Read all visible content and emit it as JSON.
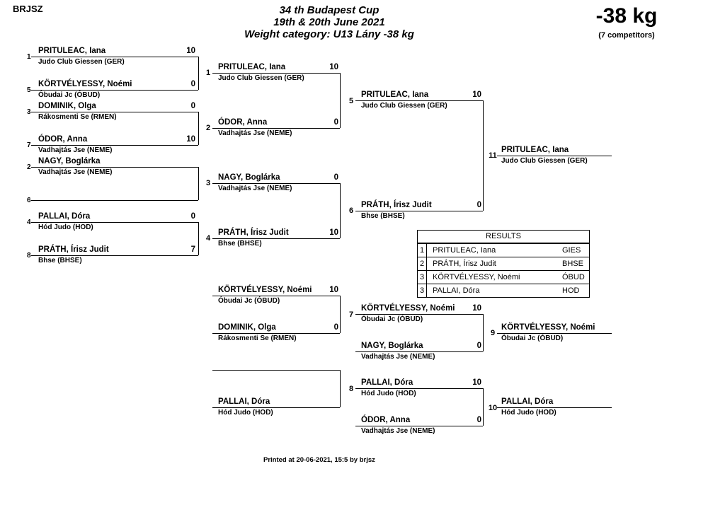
{
  "header": {
    "org": "BRJSZ",
    "title1": "34 th Budapest Cup",
    "title2": "19th & 20th June 2021",
    "title3": "Weight category: U13 Lány -38 kg",
    "category": "-38 kg",
    "competitors": "(7 competitors)"
  },
  "seeds": [
    "1",
    "5",
    "3",
    "7",
    "2",
    "6",
    "4",
    "8"
  ],
  "r1": [
    {
      "name": "PRITULEAC, Iana",
      "club": "Judo Club Giessen (GER)",
      "score": "10"
    },
    {
      "name": "KÖRTVÉLYESSY, Noémi",
      "club": "Óbudai Jc (ÓBUD)",
      "score": "0"
    },
    {
      "name": "DOMINIK, Olga",
      "club": "Rákosmenti Se (RMEN)",
      "score": "0"
    },
    {
      "name": "ÓDOR, Anna",
      "club": "Vadhajtás Jse (NEME)",
      "score": "10"
    },
    {
      "name": "NAGY, Boglárka",
      "club": "Vadhajtás Jse (NEME)",
      "score": ""
    },
    {
      "name": "",
      "club": "",
      "score": ""
    },
    {
      "name": "PALLAI, Dóra",
      "club": "Hód Judo (HOD)",
      "score": "0"
    },
    {
      "name": "PRÁTH, Írisz Judit",
      "club": "Bhse (BHSE)",
      "score": "7"
    }
  ],
  "r2": [
    {
      "name": "PRITULEAC, Iana",
      "club": "Judo Club Giessen (GER)",
      "score": "10"
    },
    {
      "name": "ÓDOR, Anna",
      "club": "Vadhajtás Jse (NEME)",
      "score": "0"
    },
    {
      "name": "NAGY, Boglárka",
      "club": "Vadhajtás Jse (NEME)",
      "score": "0"
    },
    {
      "name": "PRÁTH, Írisz Judit",
      "club": "Bhse (BHSE)",
      "score": "10"
    }
  ],
  "r3": [
    {
      "name": "PRITULEAC, Iana",
      "club": "Judo Club Giessen (GER)",
      "score": "10"
    },
    {
      "name": "PRÁTH, Írisz Judit",
      "club": "Bhse (BHSE)",
      "score": "0"
    }
  ],
  "final": {
    "name": "PRITULEAC, Iana",
    "club": "Judo Club Giessen (GER)"
  },
  "rep1": [
    {
      "name": "KÖRTVÉLYESSY, Noémi",
      "club": "Óbudai Jc (ÓBUD)",
      "score": "10"
    },
    {
      "name": "DOMINIK, Olga",
      "club": "Rákosmenti Se (RMEN)",
      "score": "0"
    },
    {
      "name": "",
      "club": "",
      "score": ""
    },
    {
      "name": "PALLAI, Dóra",
      "club": "Hód Judo (HOD)",
      "score": ""
    }
  ],
  "rep2": [
    {
      "name": "KÖRTVÉLYESSY, Noémi",
      "club": "Óbudai Jc (ÓBUD)",
      "score": "10"
    },
    {
      "name": "NAGY, Boglárka",
      "club": "Vadhajtás Jse (NEME)",
      "score": "0"
    },
    {
      "name": "PALLAI, Dóra",
      "club": "Hód Judo (HOD)",
      "score": "10"
    },
    {
      "name": "ÓDOR, Anna",
      "club": "Vadhajtás Jse (NEME)",
      "score": "0"
    }
  ],
  "bronze": [
    {
      "name": "KÖRTVÉLYESSY, Noémi",
      "club": "Óbudai Jc (ÓBUD)"
    },
    {
      "name": "PALLAI, Dóra",
      "club": "Hód Judo (HOD)"
    }
  ],
  "matches": [
    "1",
    "2",
    "3",
    "4",
    "5",
    "6",
    "7",
    "8",
    "9",
    "10",
    "11"
  ],
  "results": {
    "title": "RESULTS",
    "rows": [
      {
        "place": "1",
        "name": "PRITULEAC, Iana",
        "code": "GIES"
      },
      {
        "place": "2",
        "name": "PRÁTH, Írisz Judit",
        "code": "BHSE"
      },
      {
        "place": "3",
        "name": "KÖRTVÉLYESSY, Noémi",
        "code": "ÓBUD"
      },
      {
        "place": "3",
        "name": "PALLAI, Dóra",
        "code": "HOD"
      }
    ]
  },
  "footer": "Printed at 20-06-2021, 15:5 by brjsz"
}
